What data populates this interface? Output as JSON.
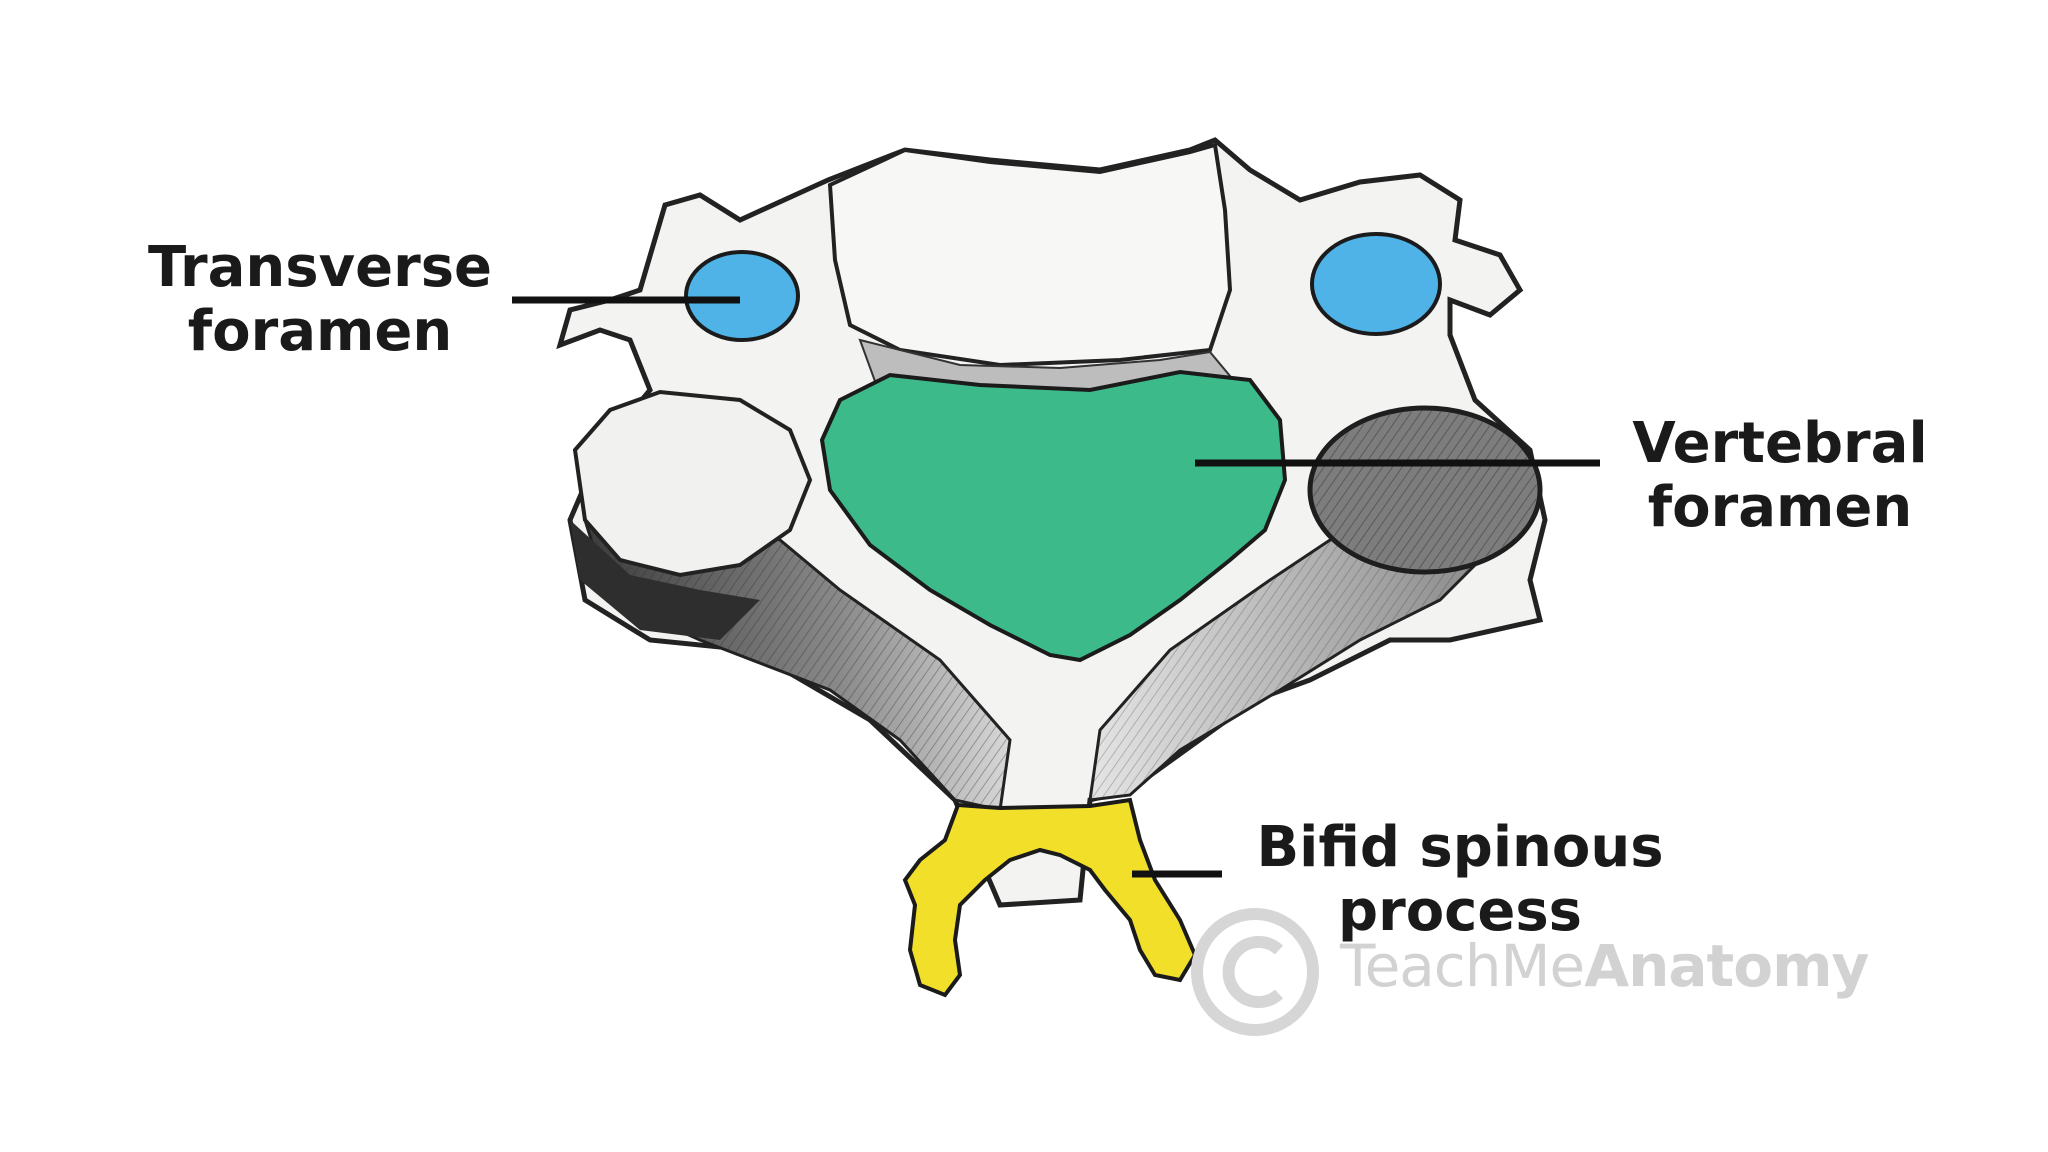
{
  "labels": {
    "transverse_foramen": [
      "Transverse",
      "foramen"
    ],
    "vertebral_foramen": [
      "Vertebral",
      "foramen"
    ],
    "bifid_spinous_process": [
      "Bifid spinous",
      "process"
    ]
  },
  "watermark": {
    "symbol": "©",
    "brand_light": "TeachMe",
    "brand_bold": "Anatomy"
  },
  "colors": {
    "transverse_foramen": "#4fb3e8",
    "vertebral_foramen": "#3cba8a",
    "spinous_process": "#f2df2a",
    "bone": "#f4f4f2",
    "bone_shadow": "#6e6e6e",
    "leader_line": "#111111",
    "watermark": "#d2d2d2"
  }
}
